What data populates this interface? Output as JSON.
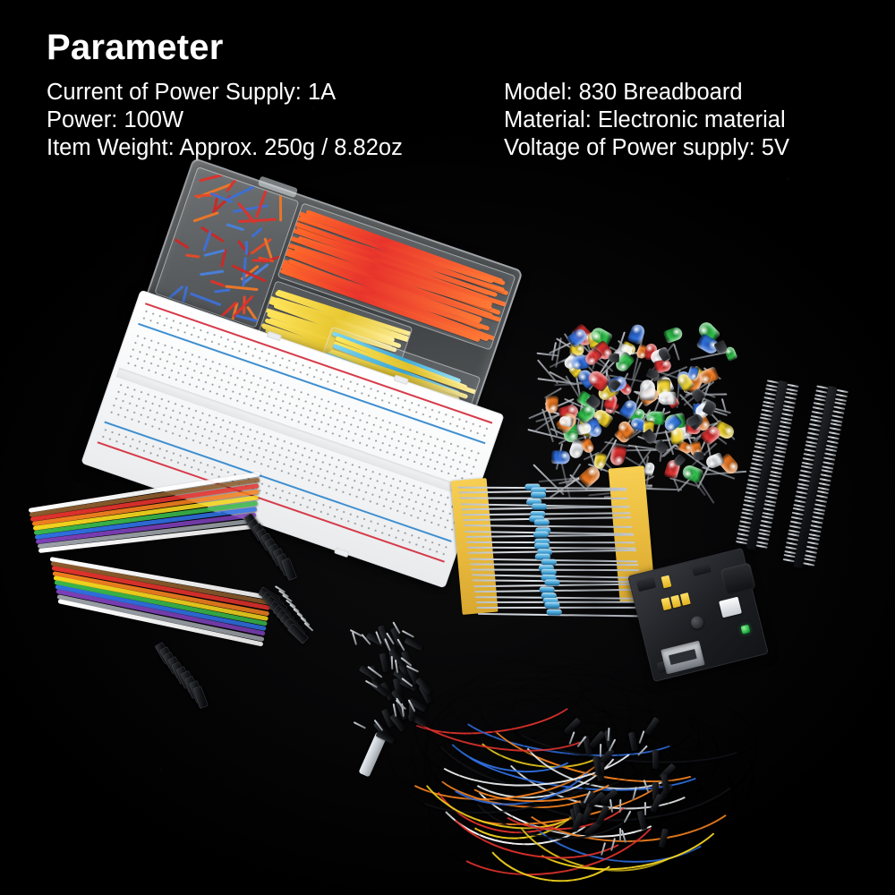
{
  "page": {
    "background_color": "#000000",
    "text_color": "#ffffff"
  },
  "parameters": {
    "title": "Parameter",
    "left_column": [
      "Current of Power Supply: 1A",
      "Power: 100W",
      "Item Weight: Approx. 250g / 8.82oz"
    ],
    "right_column": [
      "Model: 830 Breadboard",
      "Material: Electronic material",
      "Voltage of Power supply: 5V"
    ],
    "fields": {
      "current_of_power_supply": "1A",
      "power": "100W",
      "item_weight": "Approx. 250g / 8.82oz",
      "model": "830 Breadboard",
      "material": "Electronic material",
      "voltage_of_power_supply": "5V"
    }
  },
  "product_photo": {
    "components": [
      {
        "name": "jumper-wire-box",
        "description": "Clear plastic compartment box with pre-cut jumper wires"
      },
      {
        "name": "breadboard",
        "description": "White 830 tie-point solderless breadboard"
      },
      {
        "name": "led-assortment",
        "description": "Assorted LEDs, multiple colors"
      },
      {
        "name": "resistor-pack",
        "description": "Taped metal-film resistors in yellow tape strips"
      },
      {
        "name": "pin-header-strips",
        "description": "Two 40-pin black male header strips"
      },
      {
        "name": "power-supply-module",
        "description": "Breadboard power supply module with USB and barrel jack"
      },
      {
        "name": "rainbow-ribbon-cable",
        "description": "Rainbow Dupont ribbon jumper cables"
      },
      {
        "name": "jumper-wire-bundle",
        "description": "Bundle of flexible male-to-male jumper wires"
      }
    ],
    "colors": {
      "breadboard_body": "#ffffff",
      "breadboard_rail_positive": "#d63b4a",
      "breadboard_rail_negative": "#3f8fd0",
      "resistor_body": "#3f9fd4",
      "resistor_tape": "#e8b93c",
      "psu_led": "#19a83a",
      "psu_jumper": "#e0b21e",
      "connector_shell": "#111216"
    },
    "led_colors": [
      "#e03030",
      "#2fbf4a",
      "#2f6fe0",
      "#f2d32a",
      "#f0f3f7",
      "#ef7a22"
    ],
    "ribbon_colors": [
      "#ffffff",
      "#8a5a2b",
      "#e0322c",
      "#ef7f1f",
      "#f3d41e",
      "#39b54a",
      "#2f6fe0",
      "#7b3fb5",
      "#9aa0a6",
      "#ffffff"
    ],
    "bundle_wire_colors": [
      "#f2f4f6",
      "#f3d41e",
      "#ef7f1f",
      "#e0322c",
      "#2f6fe0",
      "#111216"
    ]
  }
}
